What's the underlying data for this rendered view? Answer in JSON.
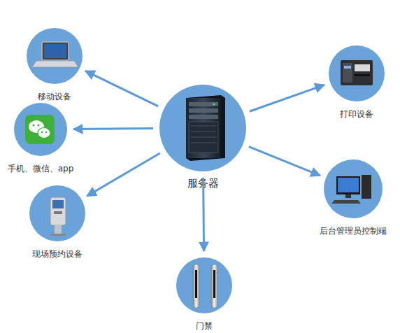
{
  "diagram": {
    "nodes": [
      {
        "text": [
          "移动设备"
        ]
      },
      {
        "text": [
          "打印设备"
        ]
      },
      {
        "text": [
          "服务器"
        ]
      },
      {
        "text": [
          "手机、微信、app"
        ]
      },
      {
        "text": [
          "后台管理员控制端"
        ]
      },
      {
        "text": [
          "现场预约设备"
        ]
      },
      {
        "text": [
          "门禁"
        ]
      }
    ],
    "edges": [
      {
        "from": 2,
        "to": 0,
        "arrow": "to"
      },
      {
        "from": 2,
        "to": 3,
        "arrow": "to"
      },
      {
        "from": 2,
        "to": 5,
        "arrow": "to"
      },
      {
        "from": 2,
        "to": 6,
        "arrow": "to"
      },
      {
        "from": 2,
        "to": 4,
        "arrow": "to"
      },
      {
        "from": 2,
        "to": 1,
        "arrow": "to"
      }
    ]
  }
}
